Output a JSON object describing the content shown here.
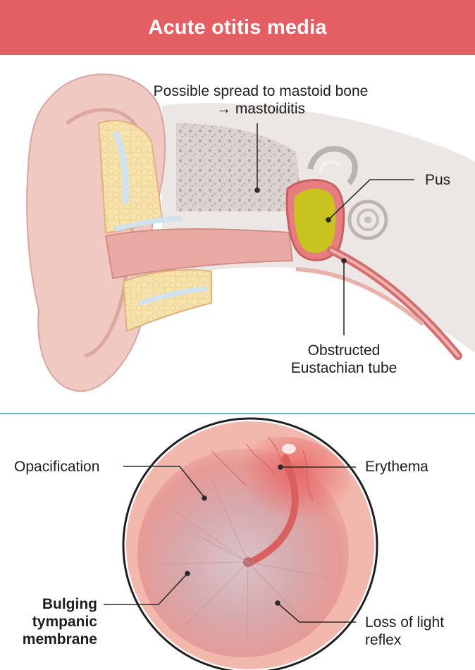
{
  "header": {
    "title": "Acute otitis media"
  },
  "colors": {
    "header": "#e35f63",
    "divider": "#5fb4c8",
    "pus": "#c9c320",
    "skin": "#f0c9c2",
    "mucosa": "#d9797a"
  },
  "ear_labels": {
    "mastoid_line1": "Possible spread to mastoid bone",
    "mastoid_line2": "→ mastoiditis",
    "pus": "Pus",
    "eustachian_line1": "Obstructed",
    "eustachian_line2": "Eustachian tube"
  },
  "tympanic_labels": {
    "opacification": "Opacification",
    "erythema": "Erythema",
    "bulging_line1": "Bulging",
    "bulging_line2": "tympanic",
    "bulging_line3": "membrane",
    "light_line1": "Loss of light",
    "light_line2": "reflex"
  }
}
